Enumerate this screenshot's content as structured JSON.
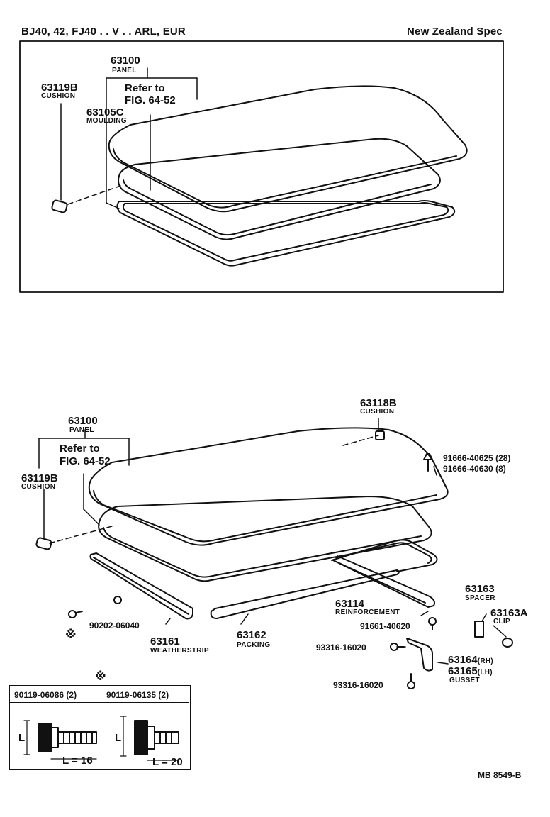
{
  "header": {
    "model": "BJ40, 42, FJ40 . . V . . ARL, EUR",
    "spec": "New Zealand Spec"
  },
  "top_diagram": {
    "panel": {
      "number": "63100",
      "name": "PANEL"
    },
    "refer": {
      "line1": "Refer to",
      "line2": "FIG. 64-52"
    },
    "cushion": {
      "number": "63119B",
      "name": "CUSHION"
    },
    "moulding": {
      "number": "63105C",
      "name": "MOULDING"
    }
  },
  "bottom_diagram": {
    "cushion_top": {
      "number": "63118B",
      "name": "CUSHION"
    },
    "panel": {
      "number": "63100",
      "name": "PANEL"
    },
    "refer": {
      "line1": "Refer to",
      "line2": "FIG. 64-52"
    },
    "cushion": {
      "number": "63119B",
      "name": "CUSHION"
    },
    "bolt_a": "91666-40625 (28)",
    "bolt_b": "91666-40630 (8)",
    "spacer": {
      "number": "63163",
      "name": "SPACER"
    },
    "clip": {
      "number": "63163A",
      "name": "CLIP"
    },
    "reinforcement": {
      "number": "63114",
      "name": "REINFORCEMENT"
    },
    "bolt_reinf": "91661-40620",
    "washer": "90202-06040",
    "weatherstrip": {
      "number": "63161",
      "name": "WEATHERSTRIP"
    },
    "packing": {
      "number": "63162",
      "name": "PACKING"
    },
    "screw_upper": "93316-16020",
    "screw_lower": "93316-16020",
    "gusset_rh": {
      "number": "63164",
      "suffix": "(RH)"
    },
    "gusset_lh": {
      "number": "63165",
      "suffix": "(LH)",
      "name": "GUSSET"
    },
    "asterisk": "※"
  },
  "bolt_table": {
    "mark": "※",
    "col1": {
      "part": "90119-06086 (2)",
      "length": "L = 16"
    },
    "col2": {
      "part": "90119-06135 (2)",
      "length": "L = 20"
    },
    "dim_label": "L"
  },
  "footer": {
    "code": "MB  8549-B"
  }
}
